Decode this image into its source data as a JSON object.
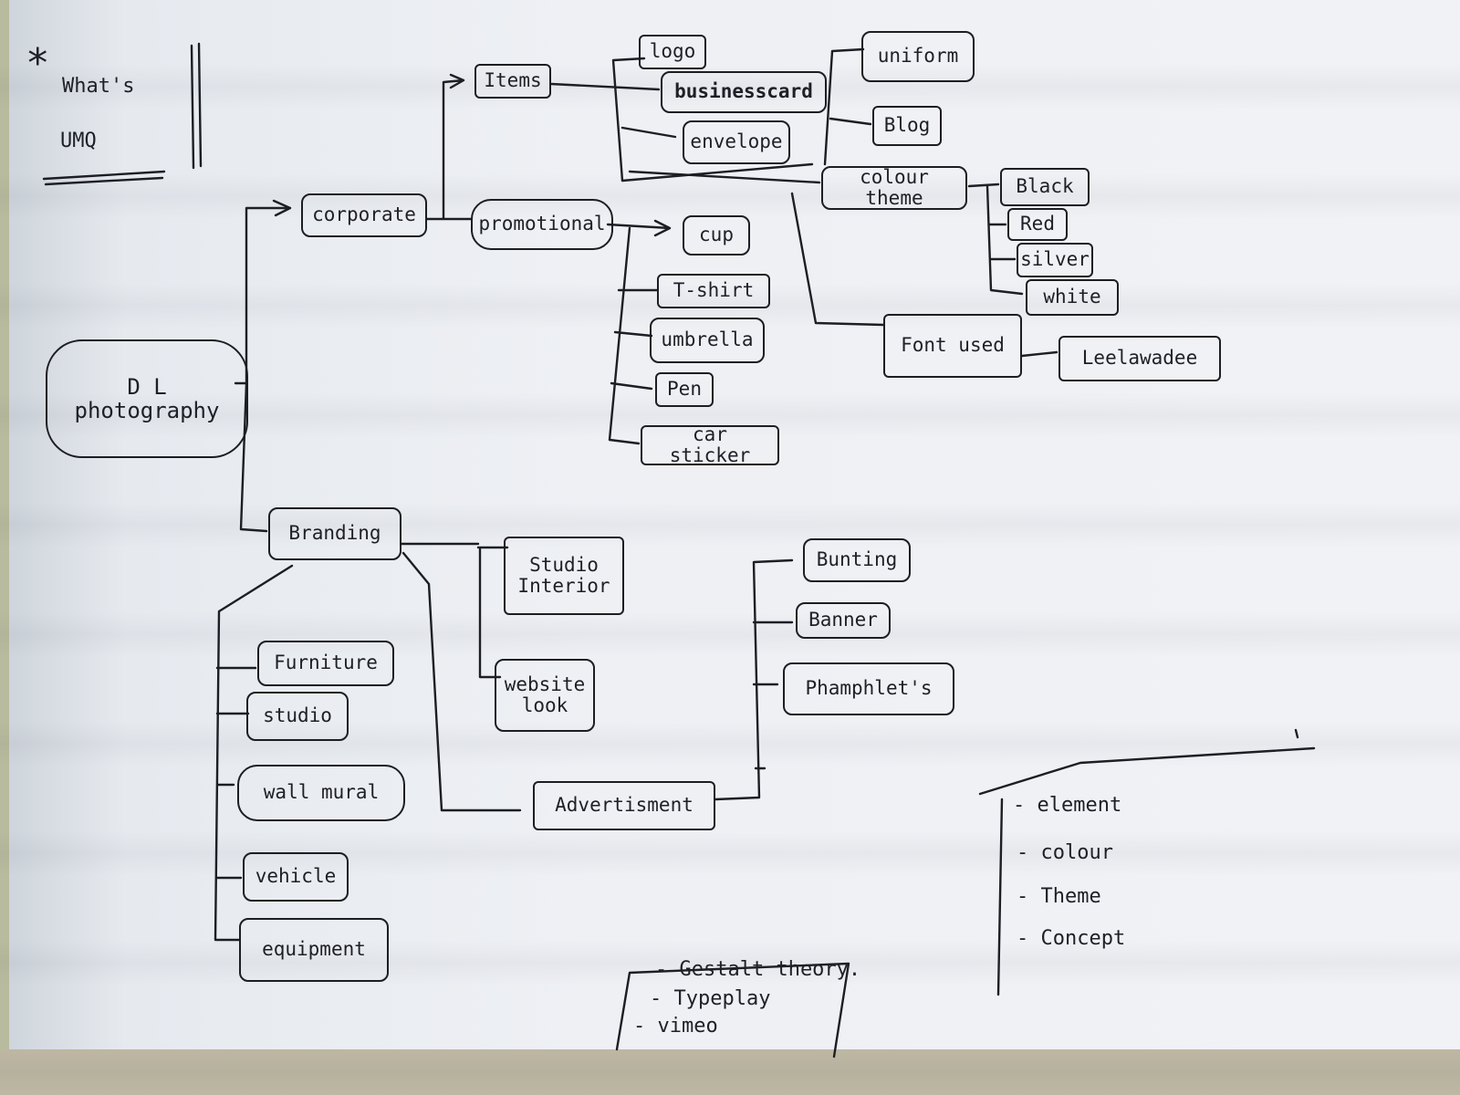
{
  "corner_note": {
    "star": "*",
    "line1": "What's",
    "line2": "UMQ"
  },
  "root": "D L\nphotography",
  "corporate": {
    "label": "corporate",
    "items": {
      "label": "Items",
      "children": [
        "logo",
        "businesscard",
        "envelope"
      ],
      "more": [
        "uniform",
        "Blog"
      ]
    },
    "colour_theme": {
      "label": "colour theme",
      "colors": [
        "Black",
        "Red",
        "silver",
        "white"
      ]
    },
    "font": {
      "label": "Font used",
      "value": "Leelawadee"
    },
    "promotional": {
      "label": "promotional",
      "children": [
        "cup",
        "T-shirt",
        "umbrella",
        "Pen",
        "car sticker"
      ]
    }
  },
  "branding": {
    "label": "Branding",
    "left_items": [
      "Furniture",
      "studio",
      "wall mural",
      "vehicle",
      "equipment"
    ],
    "studio_interior": "Studio\nInterior",
    "website_look": "website\nlook",
    "advertisement": {
      "label": "Advertisment",
      "children": [
        "Bunting",
        "Banner",
        "Phamphlet's"
      ]
    }
  },
  "bottom_note": [
    "- Gestalt theory.",
    "- Typeplay",
    "- vimeo"
  ],
  "right_note": [
    "- element",
    "- colour",
    "- Theme",
    "- Concept"
  ],
  "colors": {
    "ink": "#1d1d24",
    "paper": "#eef0f4",
    "background": "#b9bb9e"
  }
}
